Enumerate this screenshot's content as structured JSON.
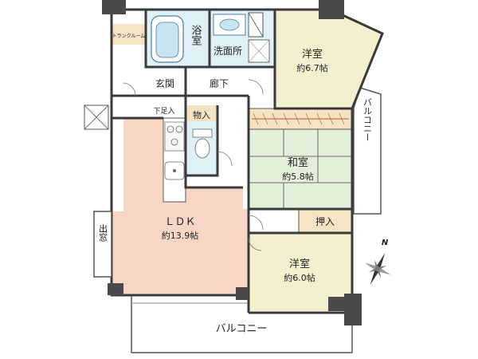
{
  "rooms": {
    "bath": "浴室",
    "washroom": "洗面所",
    "trunk_room": "トランクルーム",
    "western_1": {
      "name": "洋室",
      "size": "約6.7帖"
    },
    "entrance": "玄関",
    "corridor": "廊下",
    "shoe_box": "下足入",
    "storage": "物入",
    "japanese": {
      "name": "和室",
      "size": "約5.8帖"
    },
    "closet": "押入",
    "ldk": {
      "name": "ＬＤＫ",
      "size": "約13.9帖"
    },
    "bay_window": "出窓",
    "western_2": {
      "name": "洋室",
      "size": "約6.0帖"
    }
  },
  "balconies": {
    "east": "バルコニー",
    "south": "バルコニー"
  },
  "compass": {
    "label": "N"
  },
  "colors": {
    "ldk_floor": "#f8d6c5",
    "japanese_floor": "#e3efd8",
    "western_floor": "#f3f0cf",
    "wet_area": "#dff0f6",
    "wall": "#3a3a3a",
    "closet_fill": "#f4e4c4",
    "closet_bar": "#d89a78"
  }
}
